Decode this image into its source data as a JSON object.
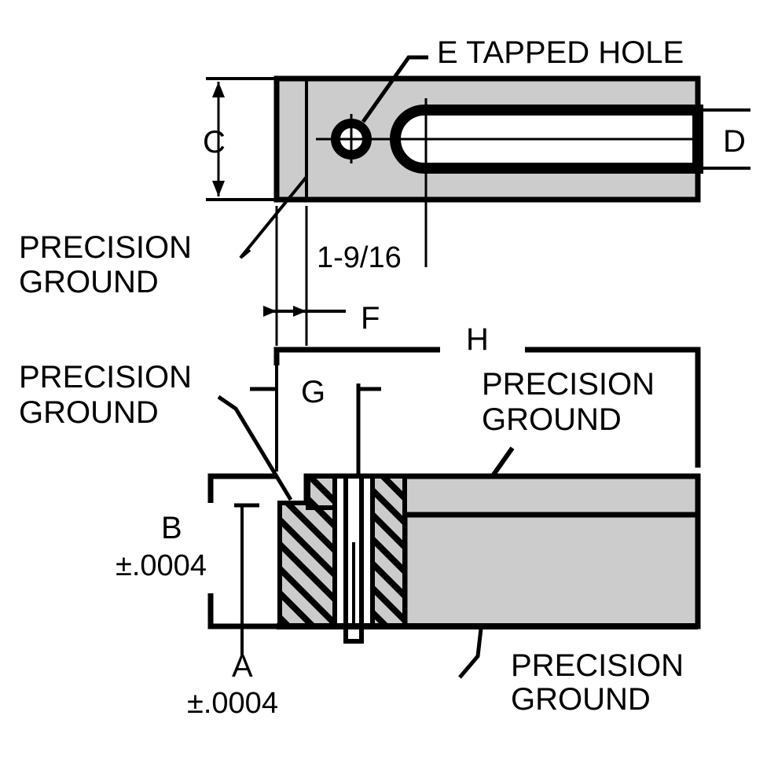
{
  "labels": {
    "tapped_hole": "E TAPPED HOLE",
    "dim_c": "C",
    "dim_d": "D",
    "dim_1_9_16": "1-9/16",
    "dim_f": "F",
    "dim_h": "H",
    "dim_g": "G",
    "dim_b": "B",
    "dim_b_tol": "±.0004",
    "dim_a": "A",
    "dim_a_tol": "±.0004",
    "precision_top_left_1": "PRECISION",
    "precision_top_left_2": "GROUND",
    "precision_mid_left_1": "PRECISION",
    "precision_mid_left_2": "GROUND",
    "precision_right_1": "PRECISION",
    "precision_right_2": "GROUND",
    "precision_bottom_1": "PRECISION",
    "precision_bottom_2": "GROUND"
  },
  "colors": {
    "ink": "#000000",
    "fill": "#cccccc",
    "paper": "#ffffff"
  }
}
